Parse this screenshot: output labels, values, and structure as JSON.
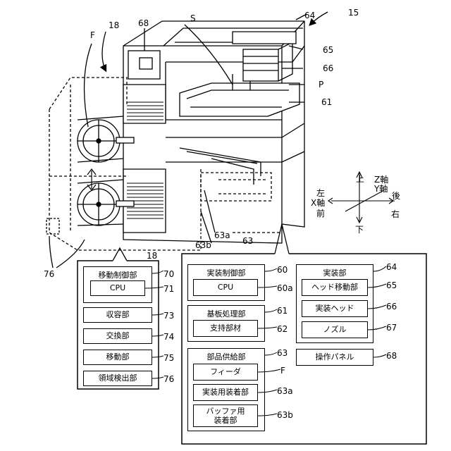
{
  "figure_refs": {
    "r15": "15",
    "r64": "64",
    "rF": "F",
    "r18": "18",
    "r68": "68",
    "rS": "S",
    "r65": "65",
    "r66": "66",
    "rP": "P",
    "r61": "61",
    "r63a": "63a",
    "r63b": "63b",
    "r63": "63",
    "r76": "76",
    "r18b": "18"
  },
  "axes": {
    "up": "上",
    "down": "下",
    "left": "左",
    "right": "右",
    "front": "前",
    "back": "後",
    "x": "X軸",
    "y": "Y軸",
    "z": "Z軸"
  },
  "left_block": {
    "ref": "18",
    "move_control": {
      "label": "移動制御部",
      "ref": "70"
    },
    "cpu": {
      "label": "CPU",
      "ref": "71"
    },
    "storage": {
      "label": "収容部",
      "ref": "73"
    },
    "exchange": {
      "label": "交換部",
      "ref": "74"
    },
    "moving": {
      "label": "移動部",
      "ref": "75"
    },
    "area_detect": {
      "label": "領域検出部",
      "ref": "76"
    }
  },
  "right_block": {
    "ref": "63",
    "mount_control": {
      "label": "実装制御部",
      "ref": "60"
    },
    "cpu": {
      "label": "CPU",
      "ref": "60a"
    },
    "board_proc": {
      "label": "基板処理部",
      "ref": "61"
    },
    "support": {
      "label": "支持部材",
      "ref": "62"
    },
    "parts_supply": {
      "label": "部品供給部",
      "ref": "63"
    },
    "feeder": {
      "label": "フィーダ",
      "ref": "F"
    },
    "mount_attach": {
      "label": "実装用装着部",
      "ref": "63a"
    },
    "buffer_attach": {
      "label": "バッファ用\n装着部",
      "ref": "63b"
    },
    "mount_unit": {
      "label": "実装部",
      "ref": "64"
    },
    "head_move": {
      "label": "ヘッド移動部",
      "ref": "65"
    },
    "mount_head": {
      "label": "実装ヘッド",
      "ref": "66"
    },
    "nozzle": {
      "label": "ノズル",
      "ref": "67"
    },
    "op_panel": {
      "label": "操作パネル",
      "ref": "68"
    }
  }
}
